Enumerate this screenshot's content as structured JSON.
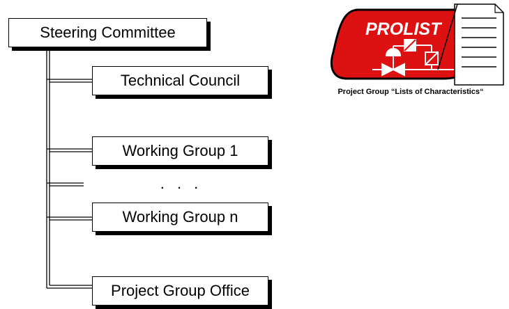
{
  "org": {
    "root": "Steering Committee",
    "technical_council": "Technical Council",
    "working_group_1": "Working Group 1",
    "ellipsis": ". . .",
    "working_group_n": "Working Group n",
    "project_group_office": "Project Group Office"
  },
  "logo": {
    "name": "PROLIST",
    "caption": "Project Group “Lists of Characteristics“",
    "colors": {
      "badge": "#dd1111",
      "badge_outline": "#000000",
      "text": "#ffffff"
    },
    "icon": "document-icon"
  }
}
